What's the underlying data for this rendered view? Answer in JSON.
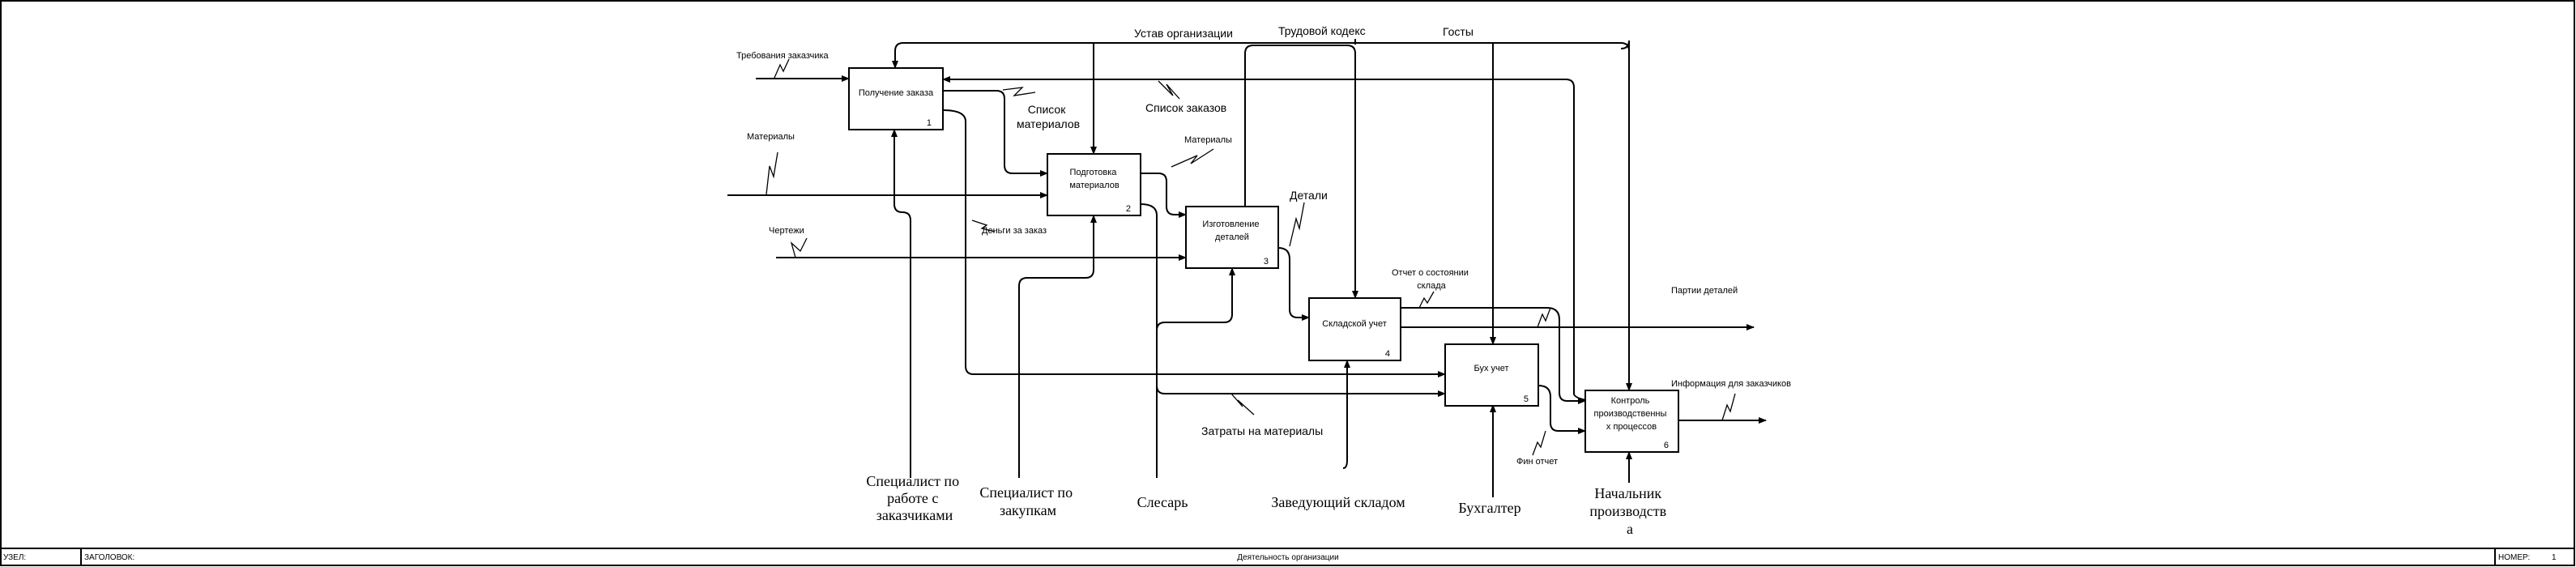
{
  "diagram": {
    "boxes": [
      {
        "id": "1",
        "lines": [
          "Получение заказа"
        ]
      },
      {
        "id": "2",
        "lines": [
          "Подготовка",
          "материалов"
        ]
      },
      {
        "id": "3",
        "lines": [
          "Изготовление",
          "деталей"
        ]
      },
      {
        "id": "4",
        "lines": [
          "Складской учет"
        ]
      },
      {
        "id": "5",
        "lines": [
          "Бух учет"
        ]
      },
      {
        "id": "6",
        "lines": [
          "Контроль",
          "производственны",
          "х процессов"
        ]
      }
    ],
    "inputs": {
      "customer_requirements": "Требования заказчика",
      "materials": "Материалы",
      "drawings": "Чертежи"
    },
    "controls": {
      "charter": "Устав организации",
      "labor_code": "Трудовой кодекс",
      "gosts": "Госты"
    },
    "arrow_labels": {
      "material_list": [
        "Список",
        "материалов"
      ],
      "order_list": "Список заказов",
      "materials_2": "Материалы",
      "order_money": "Деньги за заказ",
      "parts": "Детали",
      "warehouse_report": [
        "Отчет о состоянии",
        "склада"
      ],
      "material_costs": "Затраты на материалы",
      "fin_report": "Фин отчет"
    },
    "outputs": {
      "part_batches": "Партии деталей",
      "customer_info": "Информация для заказчиков"
    },
    "mechanisms": {
      "customer_specialist": [
        "Специалист по",
        "работе с",
        "заказчиками"
      ],
      "procurement_specialist": [
        "Специалист по",
        "закупкам"
      ],
      "locksmith": "Слесарь",
      "warehouse_manager": "Заведующий складом",
      "accountant": "Бухгалтер",
      "production_head": [
        "Начальник",
        "производств",
        "а"
      ]
    }
  },
  "footer": {
    "node_label": "УЗЕЛ:",
    "title_label": "ЗАГОЛОВОК:",
    "title": "Деятельность организации",
    "number_label": "НОМЕР:",
    "number": "1"
  }
}
